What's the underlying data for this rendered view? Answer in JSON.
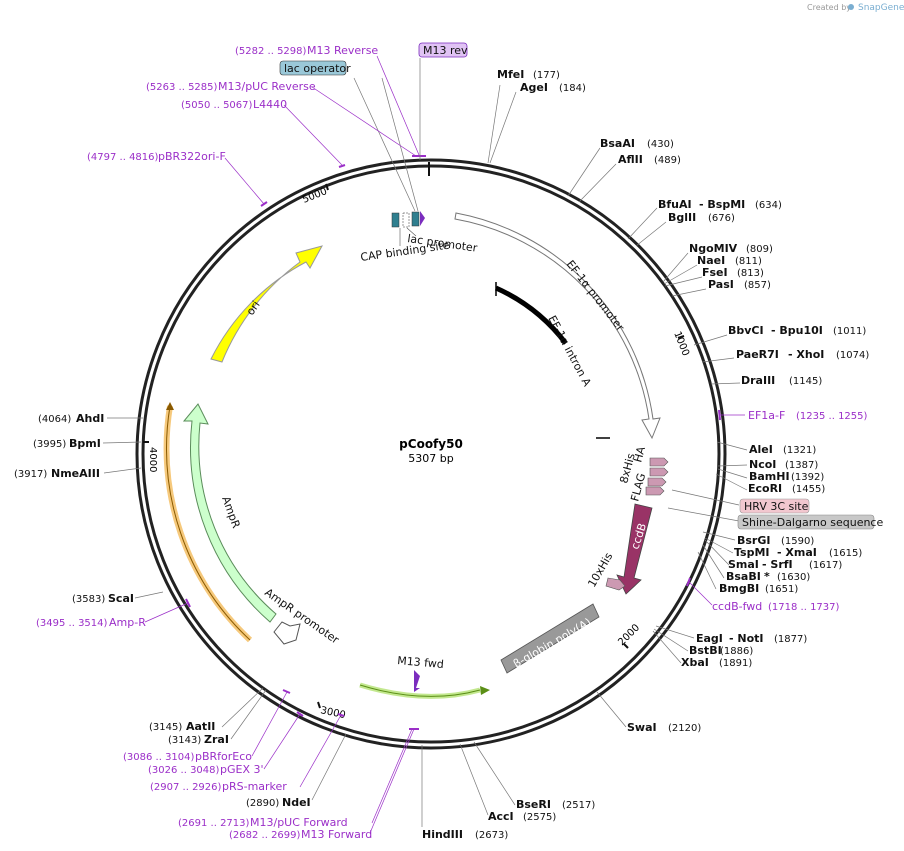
{
  "watermark": {
    "created_by": "Created by",
    "brand": "SnapGene"
  },
  "plasmid": {
    "name": "pCoofy50",
    "size_label": "5307 bp"
  },
  "tick_labels": [
    "1000",
    "2000",
    "3000",
    "4000",
    "5000"
  ],
  "enzymes": {
    "mfei": {
      "name": "MfeI",
      "pos": "(177)"
    },
    "agei": {
      "name": "AgeI",
      "pos": "(184)"
    },
    "bsaai": {
      "name": "BsaAI",
      "pos": "(430)"
    },
    "aflii": {
      "name": "AflII",
      "pos": "(489)"
    },
    "bfuai": {
      "name": "BfuAI",
      "name2": "- BspMI",
      "pos": "(634)"
    },
    "bglii": {
      "name": "BglII",
      "pos": "(676)"
    },
    "ngomiv": {
      "name": "NgoMIV",
      "pos": "(809)"
    },
    "naei": {
      "name": "NaeI",
      "pos": "(811)"
    },
    "fsei": {
      "name": "FseI",
      "pos": "(813)"
    },
    "pasi": {
      "name": "PasI",
      "pos": "(857)"
    },
    "bbvci": {
      "name": "BbvCI",
      "name2": "- Bpu10I",
      "pos": "(1011)"
    },
    "paer7i": {
      "name": "PaeR7I",
      "name2": "- XhoI",
      "pos": "(1074)"
    },
    "draiii": {
      "name": "DraIII",
      "pos": "(1145)"
    },
    "alei": {
      "name": "AleI",
      "pos": "(1321)"
    },
    "ncoi": {
      "name": "NcoI",
      "pos": "(1387)"
    },
    "bamhi": {
      "name": "BamHI",
      "pos": "(1392)"
    },
    "ecori": {
      "name": "EcoRI",
      "pos": "(1455)"
    },
    "bsrgi": {
      "name": "BsrGI",
      "pos": "(1590)"
    },
    "tspmi": {
      "name": "TspMI",
      "name2": "- XmaI",
      "pos": "(1615)"
    },
    "smai": {
      "name": "SmaI",
      "name2": "- SrfI",
      "pos": "(1617)"
    },
    "bsabi": {
      "name": "BsaBI",
      "name2": "*",
      "pos": "(1630)"
    },
    "bmgbi": {
      "name": "BmgBI",
      "pos": "(1651)"
    },
    "eagi": {
      "name": "EagI",
      "name2": "- NotI",
      "pos": "(1877)"
    },
    "bstbi": {
      "name": "BstBI",
      "pos": "(1886)"
    },
    "xbai": {
      "name": "XbaI",
      "pos": "(1891)"
    },
    "swai": {
      "name": "SwaI",
      "pos": "(2120)"
    },
    "bseri": {
      "name": "BseRI",
      "pos": "(2517)"
    },
    "acci": {
      "name": "AccI",
      "pos": "(2575)"
    },
    "hindiii": {
      "name": "HindIII",
      "pos": "(2673)"
    },
    "ndei": {
      "name": "NdeI",
      "pos": "(2890)"
    },
    "aatii": {
      "name": "AatII",
      "pos": "(3145)"
    },
    "zrai": {
      "name": "ZraI",
      "pos": "(3143)"
    },
    "scai": {
      "name": "ScaI",
      "pos": "(3583)"
    },
    "nmeaiii": {
      "name": "NmeAIII",
      "pos": "(3917)"
    },
    "bpmi": {
      "name": "BpmI",
      "pos": "(3995)"
    },
    "ahdi": {
      "name": "AhdI",
      "pos": "(4064)"
    }
  },
  "primers": {
    "m13rev_box": "M13 rev",
    "m13reverse": {
      "name": "M13 Reverse",
      "range": "(5282 .. 5298)"
    },
    "lac_operator": "lac operator",
    "m13puc_reverse": {
      "name": "M13/pUC Reverse",
      "range": "(5263 .. 5285)"
    },
    "l4440": {
      "name": "L4440",
      "range": "(5050 .. 5067)"
    },
    "pbr322ori": {
      "name": "pBR322ori-F",
      "range": "(4797 .. 4816)"
    },
    "ef1af": {
      "name": "EF1a-F",
      "range": "(1235 .. 1255)"
    },
    "ccdbfwd": {
      "name": "ccdB-fwd",
      "range": "(1718 .. 1737)"
    },
    "ampr": {
      "name": "Amp-R",
      "range": "(3495 .. 3514)"
    },
    "pbrforeco": {
      "name": "pBRforEco",
      "range": "(3086 .. 3104)"
    },
    "pgex3": {
      "name": "pGEX 3'",
      "range": "(3026 .. 3048)"
    },
    "prs": {
      "name": "pRS-marker",
      "range": "(2907 .. 2926)"
    },
    "m13puc_fwd": {
      "name": "M13/pUC Forward",
      "range": "(2691 .. 2713)"
    },
    "m13fwd": {
      "name": "M13 Forward",
      "range": "(2682 .. 2699)"
    }
  },
  "callouts": {
    "hrv3c": "HRV 3C site",
    "shine": "Shine-Dalgarno sequence"
  },
  "features": {
    "ef1a_promoter": "EF-1α promoter",
    "ef1a_intron": "EF-1α intron A",
    "his8": "8xHis",
    "ha": "HA",
    "flag": "FLAG",
    "ccdb": "ccdB",
    "his10": "10xHis",
    "bglobin": "β-globin poly(A)",
    "m13fwd_inner": "M13 fwd",
    "ampr_promoter": "AmpR promoter",
    "ampr": "AmpR",
    "ori": "ori",
    "lac_promoter": "lac promoter",
    "cap_site": "CAP binding site"
  },
  "colors": {
    "backbone": "#222222",
    "primer": "#9b2fc8",
    "ori": "#ffff00",
    "ampr": "#ccffcc",
    "ccdb": "#993366",
    "tag": "#cc99b2",
    "polyA": "#999999",
    "hrv": "#f2c7cf",
    "shine": "#c8c8c8",
    "lacop": "#9ac8d8"
  }
}
